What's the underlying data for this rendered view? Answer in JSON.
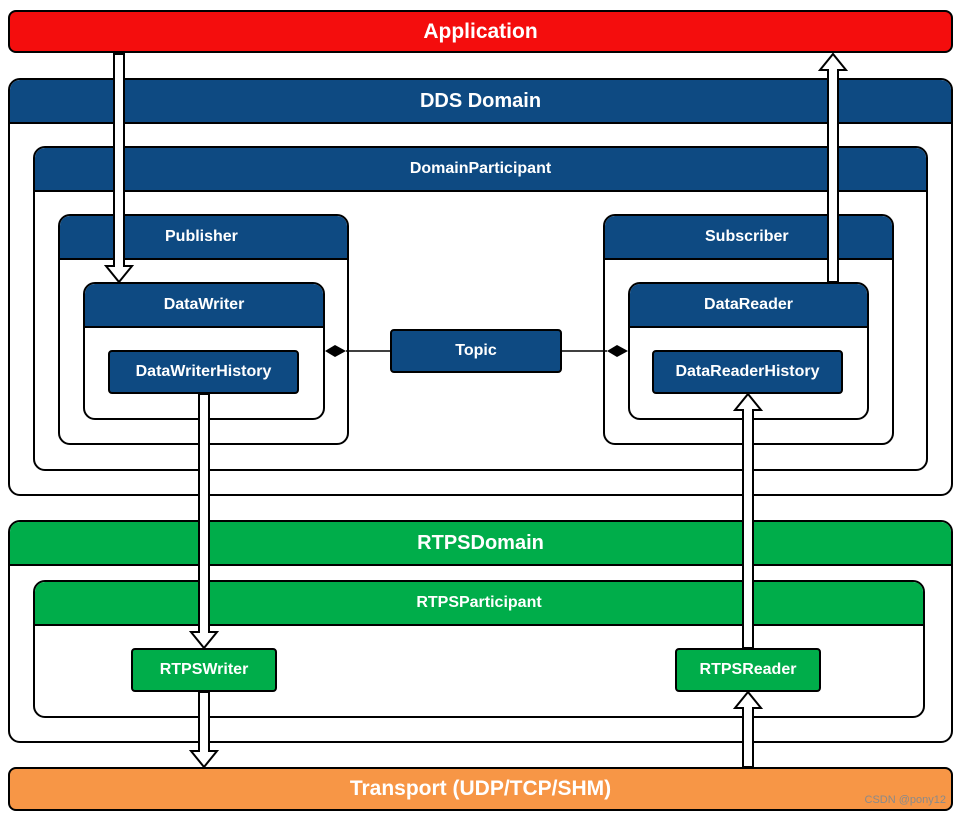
{
  "application": "Application",
  "dds_domain": {
    "title": "DDS Domain",
    "participant": "DomainParticipant",
    "publisher": "Publisher",
    "subscriber": "Subscriber",
    "data_writer": "DataWriter",
    "data_reader": "DataReader",
    "writer_history": "DataWriterHistory",
    "reader_history": "DataReaderHistory",
    "topic": "Topic"
  },
  "rtps_domain": {
    "title": "RTPSDomain",
    "participant": "RTPSParticipant",
    "writer": "RTPSWriter",
    "reader": "RTPSReader"
  },
  "transport": "Transport (UDP/TCP/SHM)",
  "watermark": "CSDN @pony12",
  "colors": {
    "application": "#f40d0d",
    "dds_blue": "#0e4a82",
    "rtps_green": "#00ad4a",
    "transport": "#f79646"
  }
}
